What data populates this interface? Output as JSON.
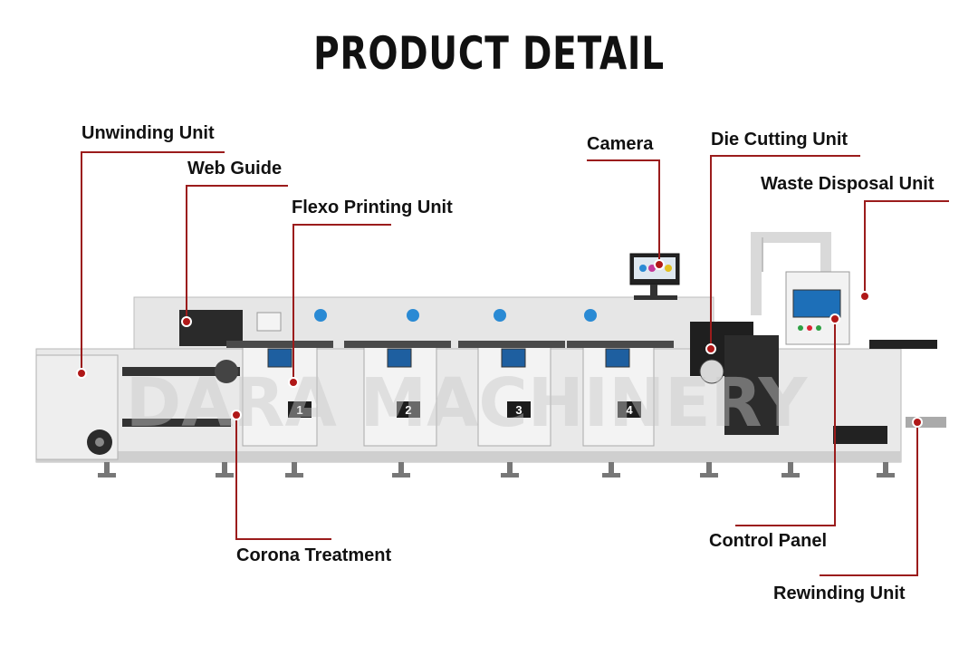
{
  "title": "PRODUCT DETAIL",
  "watermark": "DARA MACHINERY",
  "stations": [
    "1",
    "2",
    "3",
    "4"
  ],
  "colors": {
    "callout": "#9b1c1c",
    "machine": "#e8e8e8",
    "machine_shade": "#cfcfcf",
    "dark": "#222222",
    "accent_blue": "#2a8ad4"
  },
  "callouts": {
    "unwinding_unit": "Unwinding Unit",
    "web_guide": "Web Guide",
    "flexo_printing_unit": "Flexo Printing Unit",
    "camera": "Camera",
    "die_cutting_unit": "Die Cutting Unit",
    "waste_disposal_unit": "Waste Disposal Unit",
    "corona_treatment": "Corona Treatment",
    "control_panel": "Control Panel",
    "rewinding_unit": "Rewinding Unit"
  }
}
